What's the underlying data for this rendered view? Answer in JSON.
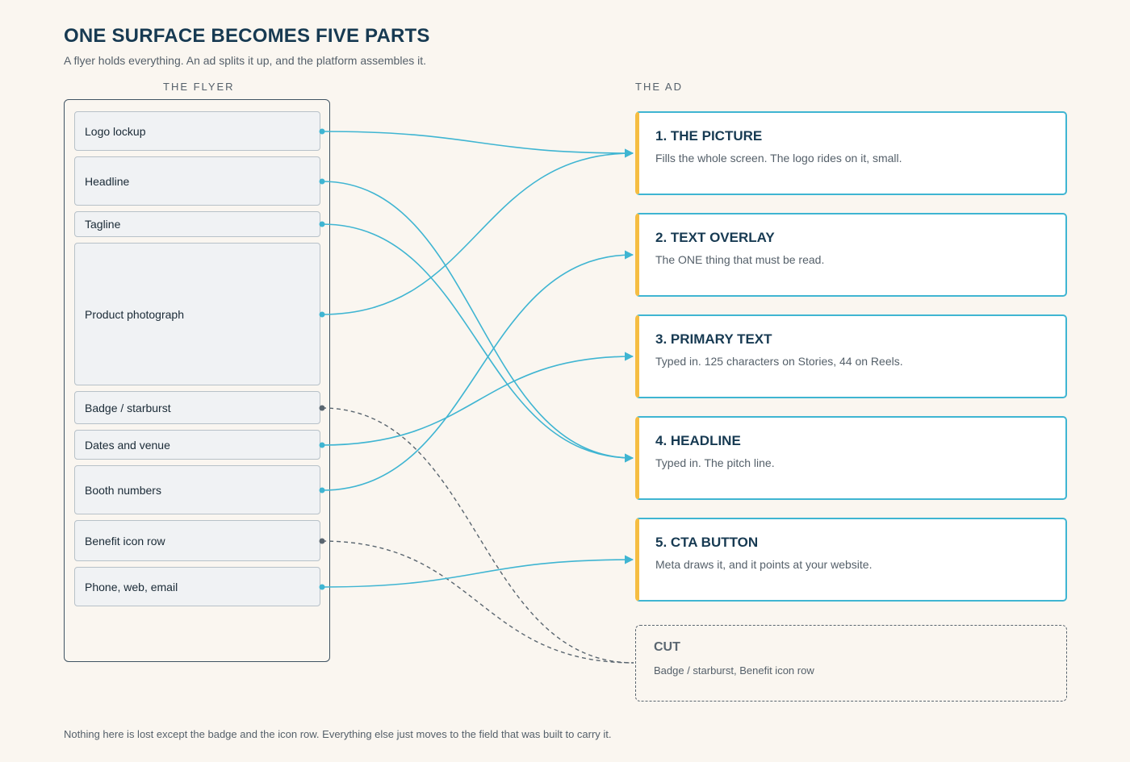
{
  "header": {
    "title": "ONE SURFACE BECOMES FIVE PARTS",
    "subtitle": "A flyer holds everything. An ad splits it up, and the platform assembles it."
  },
  "flyer": {
    "label": "THE FLYER",
    "items": [
      {
        "label": "Logo lockup",
        "target": 0
      },
      {
        "label": "Headline",
        "target": 3
      },
      {
        "label": "Tagline",
        "target": 3
      },
      {
        "label": "Product photograph",
        "target": 0
      },
      {
        "label": "Badge / starburst",
        "target": "cut"
      },
      {
        "label": "Dates and venue",
        "target": 2
      },
      {
        "label": "Booth numbers",
        "target": 1
      },
      {
        "label": "Benefit icon row",
        "target": "cut"
      },
      {
        "label": "Phone, web, email",
        "target": 4
      }
    ]
  },
  "ad": {
    "label": "THE AD",
    "parts": [
      {
        "title": "1. THE PICTURE",
        "desc": "Fills the whole screen. The logo rides on it, small."
      },
      {
        "title": "2. TEXT OVERLAY",
        "desc": "The ONE thing that must be read."
      },
      {
        "title": "3. PRIMARY TEXT",
        "desc": "Typed in. 125 characters on Stories, 44 on Reels."
      },
      {
        "title": "4. HEADLINE",
        "desc": "Typed in. The pitch line."
      },
      {
        "title": "5. CTA BUTTON",
        "desc": "Meta draws it, and it points at your website."
      }
    ],
    "cut": {
      "title": "CUT",
      "desc": "Badge / starburst, Benefit icon row"
    }
  },
  "footer": "Nothing here is lost except the badge and the icon row. Everything else just moves to the field that was built to carry it.",
  "colors": {
    "connector": "#3fb5d2",
    "cut_connector": "#5a6670",
    "accent": "#f5bd42",
    "title": "#173a52"
  }
}
